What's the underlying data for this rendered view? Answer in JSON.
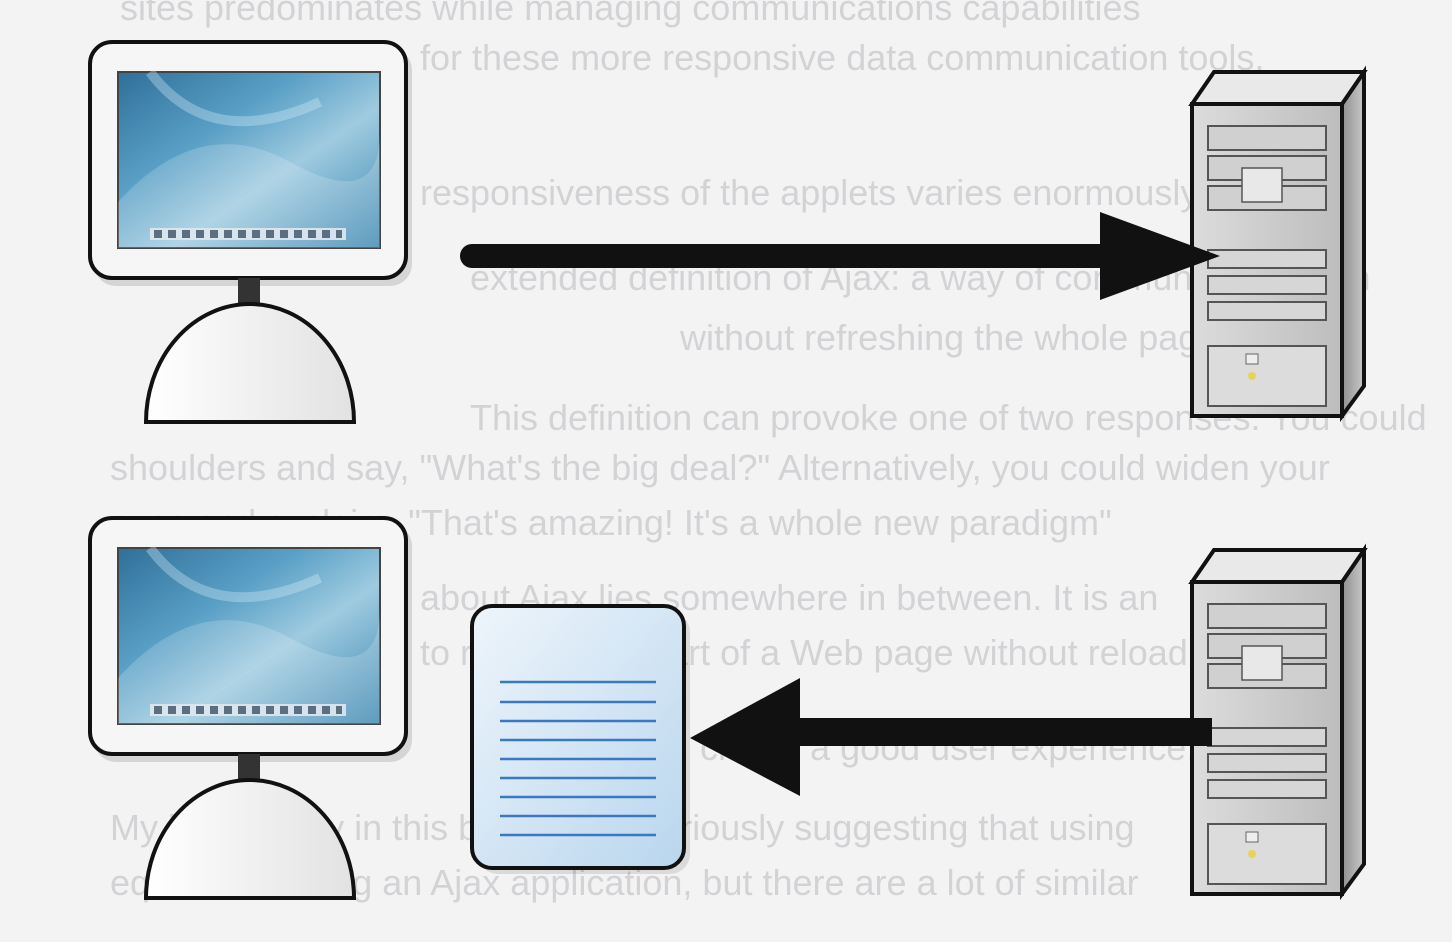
{
  "diagram": {
    "rows": [
      {
        "client": "desktop-computer",
        "server": "tower-server",
        "arrow_direction": "to-server",
        "payload": null
      },
      {
        "client": "desktop-computer",
        "server": "tower-server",
        "arrow_direction": "to-client",
        "payload": "document-page"
      }
    ]
  },
  "show_through_text": [
    "sites predominates while managing communications capabilities",
    "for these more responsive data communication tools.",
    "responsiveness of the applets varies enormously. Dev",
    "extended definition of Ajax: a way of communicating with",
    "without refreshing the whole page.",
    "This definition can provoke one of two responses. You could",
    "shoulders and say, \"What's the big deal?\" Alternatively, you could widen your",
    "eyes and exclaim, \"That's amazing! It's a whole new paradigm\"",
    "about Ajax lies somewhere in between. It is an",
    "to refresh just part of a Web page without reloading",
    "create a good user experience. Consider",
    "My intent early in this book is not seriously suggesting that using",
    "equal to building an Ajax application, but there are a lot of similar"
  ],
  "colors": {
    "background": "#f3f3f4",
    "arrow": "#111111",
    "monitor_body": "#f4f4f4",
    "screen_blue": "#3a7fa8",
    "document_fill": "#cfe3f3",
    "document_lines": "#3a78c2",
    "server_gray": "#c8c8c8"
  }
}
